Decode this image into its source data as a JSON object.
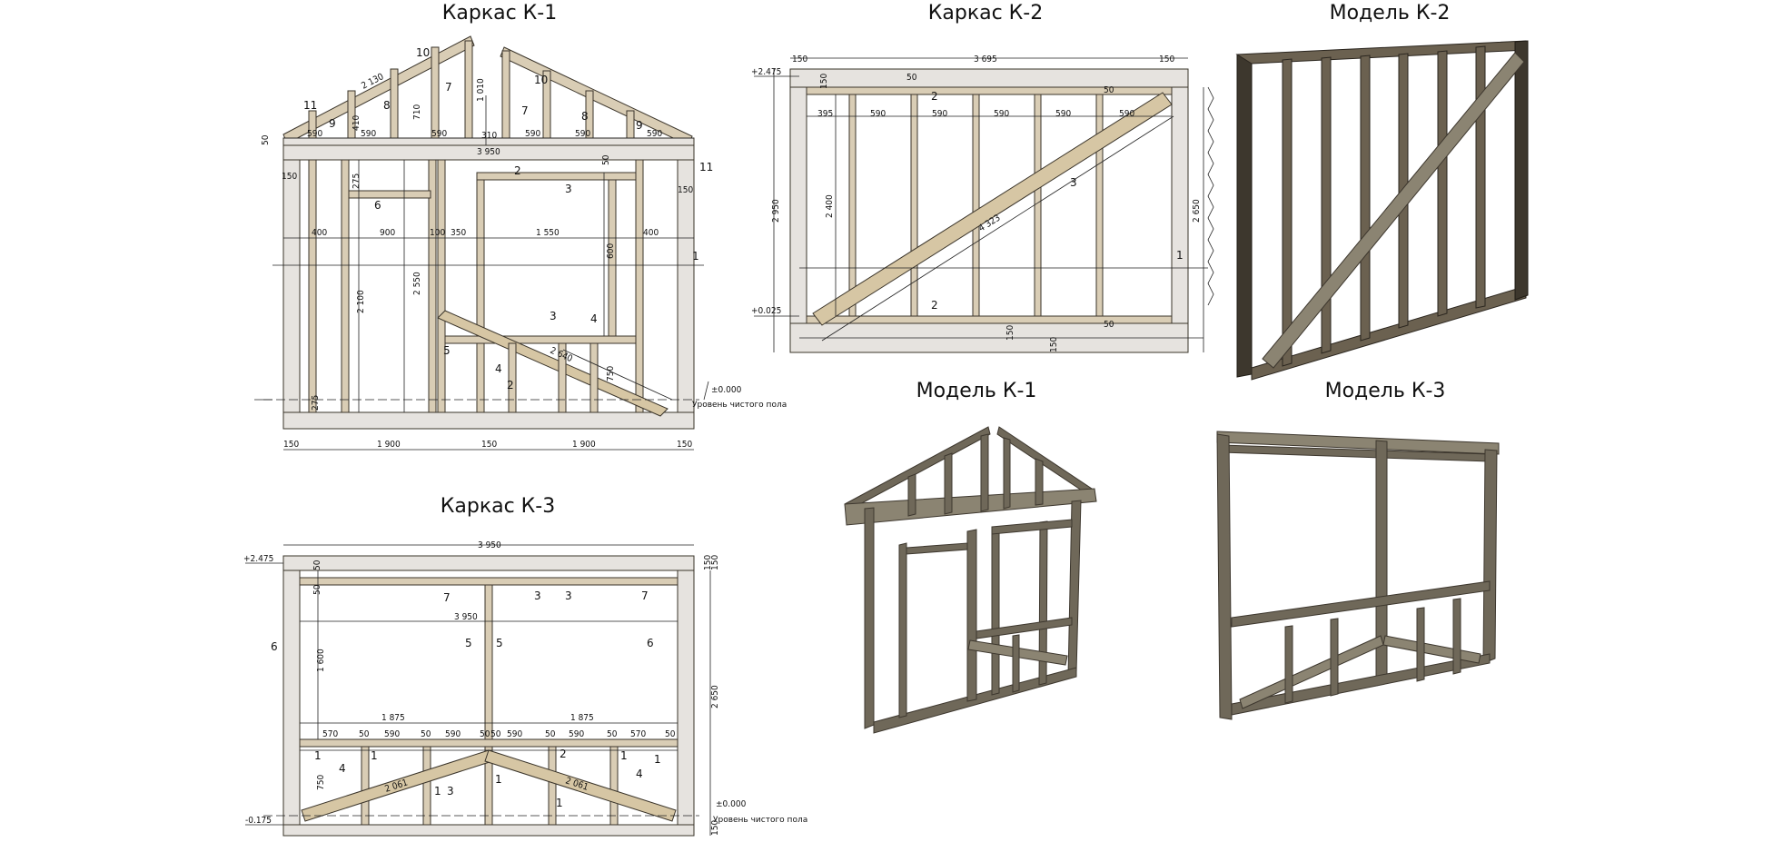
{
  "titles": {
    "k1": "Каркас К-1",
    "k2": "Каркас К-2",
    "k3": "Каркас К-3",
    "m1": "Модель К-1",
    "m2": "Модель К-2",
    "m3": "Модель К-3"
  },
  "k1": {
    "roof_dims": [
      "590",
      "590",
      "590",
      "590",
      "590",
      "590"
    ],
    "roof_heights": [
      "410",
      "710",
      "1 010",
      "310",
      "50"
    ],
    "roof_length": "2 130",
    "top_width": "3 950",
    "mid_dims": [
      "400",
      "900",
      "100",
      "350",
      "1 550",
      "400"
    ],
    "heights": [
      "2 100",
      "2 550",
      "600",
      "750",
      "275",
      "275",
      "150",
      "150",
      "50"
    ],
    "diag_length": "2 640",
    "bottom_dims": [
      "150",
      "1 900",
      "150",
      "1 900",
      "150"
    ],
    "level_mark": "±0.000",
    "level_text": "Уровень чистого пола",
    "part_labels": [
      "10",
      "10",
      "11",
      "11",
      "9",
      "9",
      "8",
      "8",
      "7",
      "7",
      "2",
      "3",
      "6",
      "1",
      "3",
      "4",
      "5",
      "4",
      "2"
    ]
  },
  "k2": {
    "width": "3 695",
    "left_marks": [
      "150",
      "150"
    ],
    "stud_dims": [
      "395",
      "590",
      "590",
      "590",
      "590",
      "590"
    ],
    "height": "2 950",
    "inner_height": "2 400",
    "right_height": "2 650",
    "diag_length": "4 323",
    "top_mark": "+2.475",
    "bottom_mark": "+0.025",
    "small_dims": [
      "50",
      "50",
      "150",
      "150",
      "50",
      "150"
    ],
    "part_labels": [
      "2",
      "3",
      "1",
      "2"
    ]
  },
  "k3": {
    "width": "3 950",
    "inner_width": "3 950",
    "top_marks": [
      "150",
      "50",
      "50"
    ],
    "half_dims": [
      "1 875",
      "1 875"
    ],
    "stud_dims": [
      "570",
      "50",
      "590",
      "50",
      "590",
      "50",
      "50",
      "590",
      "50",
      "590",
      "50",
      "570",
      "50"
    ],
    "heights": [
      "1 600",
      "2 650",
      "750",
      "150",
      "150"
    ],
    "diag_lengths": [
      "2 061",
      "2 061"
    ],
    "top_mark": "+2.475",
    "bottom_mark": "-0.175",
    "level_mark": "±0.000",
    "level_text": "Уровень чистого пола",
    "part_labels": [
      "7",
      "3",
      "3",
      "7",
      "5",
      "5",
      "6",
      "6",
      "1",
      "1",
      "2",
      "1",
      "1",
      "4",
      "1",
      "3",
      "1",
      "4",
      "1"
    ]
  }
}
